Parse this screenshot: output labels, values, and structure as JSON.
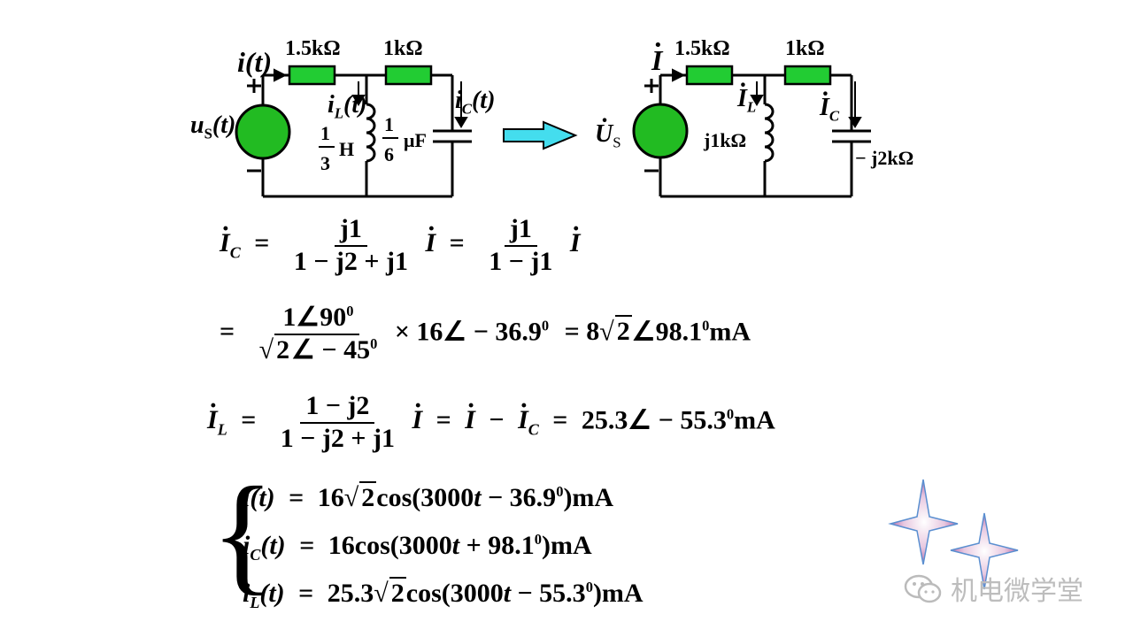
{
  "circuit_time": {
    "r1": "1.5kΩ",
    "r2": "1kΩ",
    "current": "i(t)",
    "il": "i",
    "il_sub": "L",
    "il_arg": "(t)",
    "ic": "i",
    "ic_sub": "C",
    "ic_arg": "(t)",
    "source": "u",
    "source_sub": "S",
    "source_arg": "(t)",
    "inductor_num": "1",
    "inductor_den": "3",
    "inductor_unit": "H",
    "cap_num": "1",
    "cap_den": "6",
    "cap_unit": "μF",
    "plus": "+",
    "minus": "−"
  },
  "circuit_phasor": {
    "r1": "1.5kΩ",
    "r2": "1kΩ",
    "current": "I",
    "il": "I",
    "il_sub": "L",
    "ic": "I",
    "ic_sub": "C",
    "source": "U",
    "source_sub": "S",
    "xl": "j1kΩ",
    "xc": "− j2kΩ",
    "plus": "+",
    "minus": "−"
  },
  "eq1": {
    "lhs": "I",
    "lhs_sub": "C",
    "f1_num": "j1",
    "f1_den": "1 − j2 + j1",
    "m1": "I",
    "f2_num": "j1",
    "f2_den": "1 − j1",
    "m2": "I"
  },
  "eq2": {
    "f_num": "1∠90",
    "f_num_sup": "0",
    "f_den_root": "2",
    "f_den_rest": "∠ − 45",
    "f_den_sup": "0",
    "times": "× 16∠ − 36.9",
    "times_sup": "0",
    "res_a": "= 8",
    "res_root": "2",
    "res_b": "∠98.1",
    "res_sup": "0",
    "res_unit": "mA"
  },
  "eq3": {
    "lhs": "I",
    "lhs_sub": "L",
    "f_num": "1 − j2",
    "f_den": "1 − j2 + j1",
    "m1": "I",
    "a": "I",
    "b": "I",
    "b_sub": "C",
    "res": "25.3∠ − 55.3",
    "res_sup": "0",
    "res_unit": "mA"
  },
  "sys": {
    "l1_var": "i",
    "l1_arg": "(t)",
    "l1_a": "16",
    "l1_root": "2",
    "l1_b": "cos(3000",
    "l1_t": "t",
    "l1_c": " − 36.9",
    "l1_sup": "0",
    "l1_d": ")mA",
    "l2_var": "i",
    "l2_sub": "C",
    "l2_arg": "(t)",
    "l2_a": "16cos(3000",
    "l2_t": "t",
    "l2_c": " + 98.1",
    "l2_sup": "0",
    "l2_d": ")mA",
    "l3_var": "i",
    "l3_sub": "L",
    "l3_arg": "(t)",
    "l3_a": "25.3",
    "l3_root": "2",
    "l3_b": "cos(3000",
    "l3_t": "t",
    "l3_c": " − 55.3",
    "l3_sup": "0",
    "l3_d": ")mA"
  },
  "watermark": {
    "text": "机电微学堂",
    "icon": "wechat-icon"
  },
  "colors": {
    "resistor": "#22cc33",
    "source": "#22bb22",
    "arrow": "#44ddee",
    "star": "#b86aa8"
  }
}
